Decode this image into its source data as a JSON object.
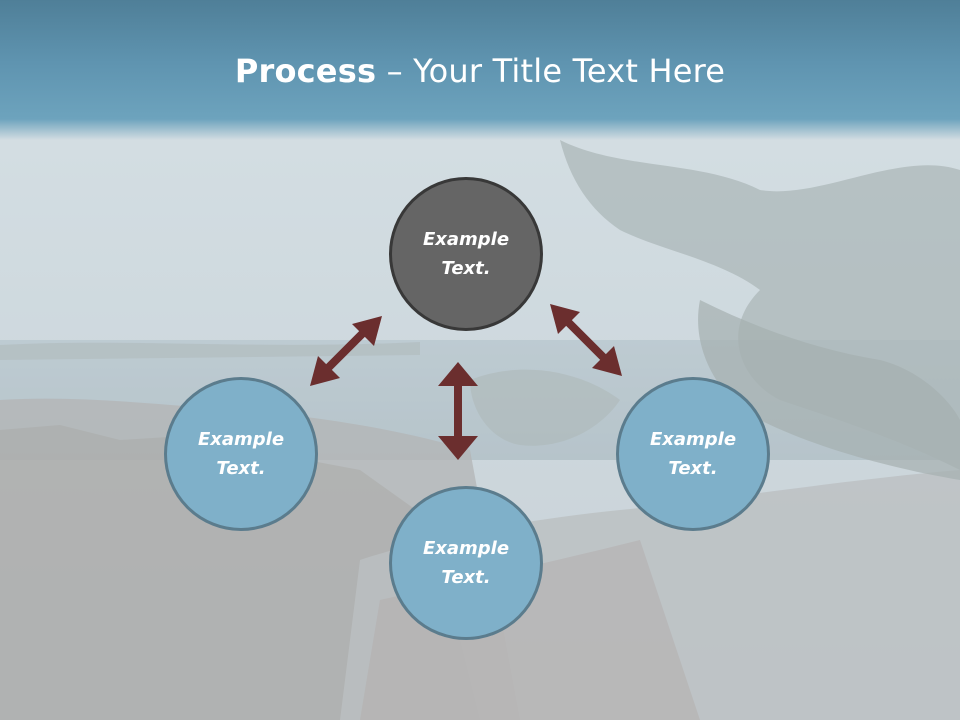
{
  "title": {
    "bold": "Process",
    "dash": " – ",
    "rest": "Your Title Text Here"
  },
  "nodes": {
    "top": "Example\nText.",
    "left": "Example\nText.",
    "right": "Example\nText.",
    "bottom": "Example\nText."
  },
  "colors": {
    "center_fill": "#656565",
    "outer_fill": "#7fb0c9",
    "arrow": "#6b2e2e",
    "title_band": "#5f94b0"
  }
}
